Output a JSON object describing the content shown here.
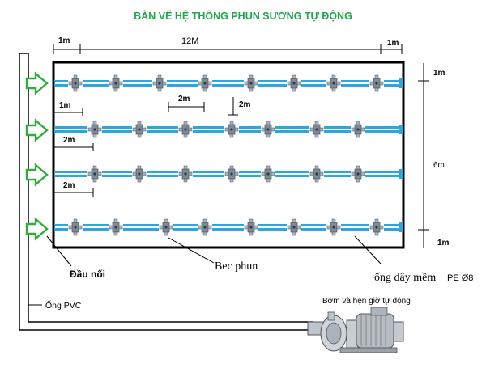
{
  "title": "BẢN VẼ HỆ THỐNG PHUN SƯƠNG TỰ ĐỘNG",
  "colors": {
    "title": "#1fa84a",
    "pipe": "#29a8e0",
    "frame": "#000000",
    "arrow": "#2fae3a",
    "nozzle": "#6f7f8e"
  },
  "dimensions": {
    "top_left": "1m",
    "top_span": "12M",
    "top_right": "1m",
    "right_top": "1m",
    "right_middle": "6m",
    "right_bottom": "1m",
    "row_spacing": "2m",
    "nozzle_spacing": "2m",
    "row2_offset": "1m",
    "row2_spacing": "2m",
    "row3_spacing": "2m"
  },
  "labels": {
    "connector": "Đầu nối",
    "nozzle": "Bec  phun",
    "hose": "ống  dây  mềm",
    "hose_spec": "PE Ø8",
    "pvc_pipe": "Ống PVC",
    "pump": "Bơm và hẹn giờ tự động"
  }
}
